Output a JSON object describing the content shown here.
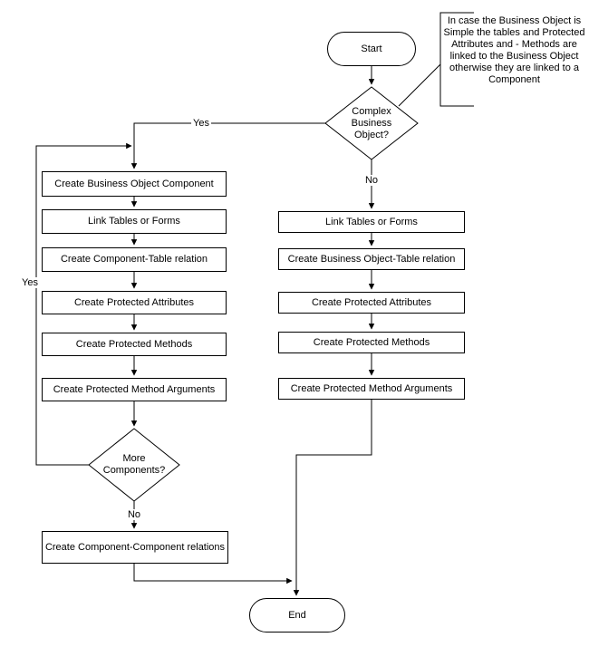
{
  "diagram": {
    "background_color": "#ffffff",
    "line_color": "#000000",
    "text_color": "#000000"
  },
  "note": {
    "text": "In case the Business Object is Simple the tables and Protected Attributes and - Methods are linked to the Business Object otherwise they are linked to a Component"
  },
  "terminators": {
    "start": "Start",
    "end": "End"
  },
  "decisions": {
    "complex_business_object": "Complex Business Object?",
    "more_components": "More Components?"
  },
  "edge_labels": {
    "yes_branch": "Yes",
    "no_branch": "No",
    "loop_yes": "Yes",
    "more_no": "No"
  },
  "left_steps": [
    "Create Business Object Component",
    "Link Tables or Forms",
    "Create Component-Table relation",
    "Create Protected Attributes",
    "Create Protected Methods",
    "Create Protected Method Arguments",
    "Create Component-Component relations"
  ],
  "right_steps": [
    "Link Tables or Forms",
    "Create Business Object-Table relation",
    "Create Protected Attributes",
    "Create Protected Methods",
    "Create Protected Method Arguments"
  ]
}
